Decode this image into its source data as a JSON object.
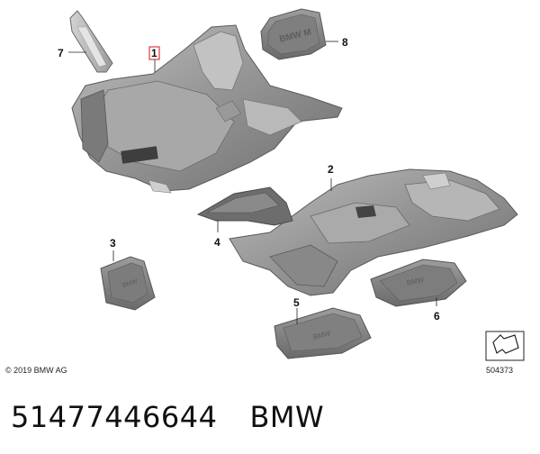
{
  "diagram": {
    "callouts": [
      "1",
      "2",
      "3",
      "4",
      "5",
      "6",
      "7",
      "8"
    ],
    "copyright": "© 2019 BMW AG",
    "diagram_id": "504373",
    "mat_text": {
      "part8": "BMW M",
      "part3": "BMW",
      "part5": "BMW",
      "part6": "BMW"
    },
    "colors": {
      "carpet": "#8e8e8e",
      "carpet_dark": "#6f6f6f",
      "carpet_light": "#b4b4b4",
      "highlight": "#e0393e"
    }
  },
  "footer": {
    "part_number": "51477446644",
    "brand": "BMW"
  }
}
